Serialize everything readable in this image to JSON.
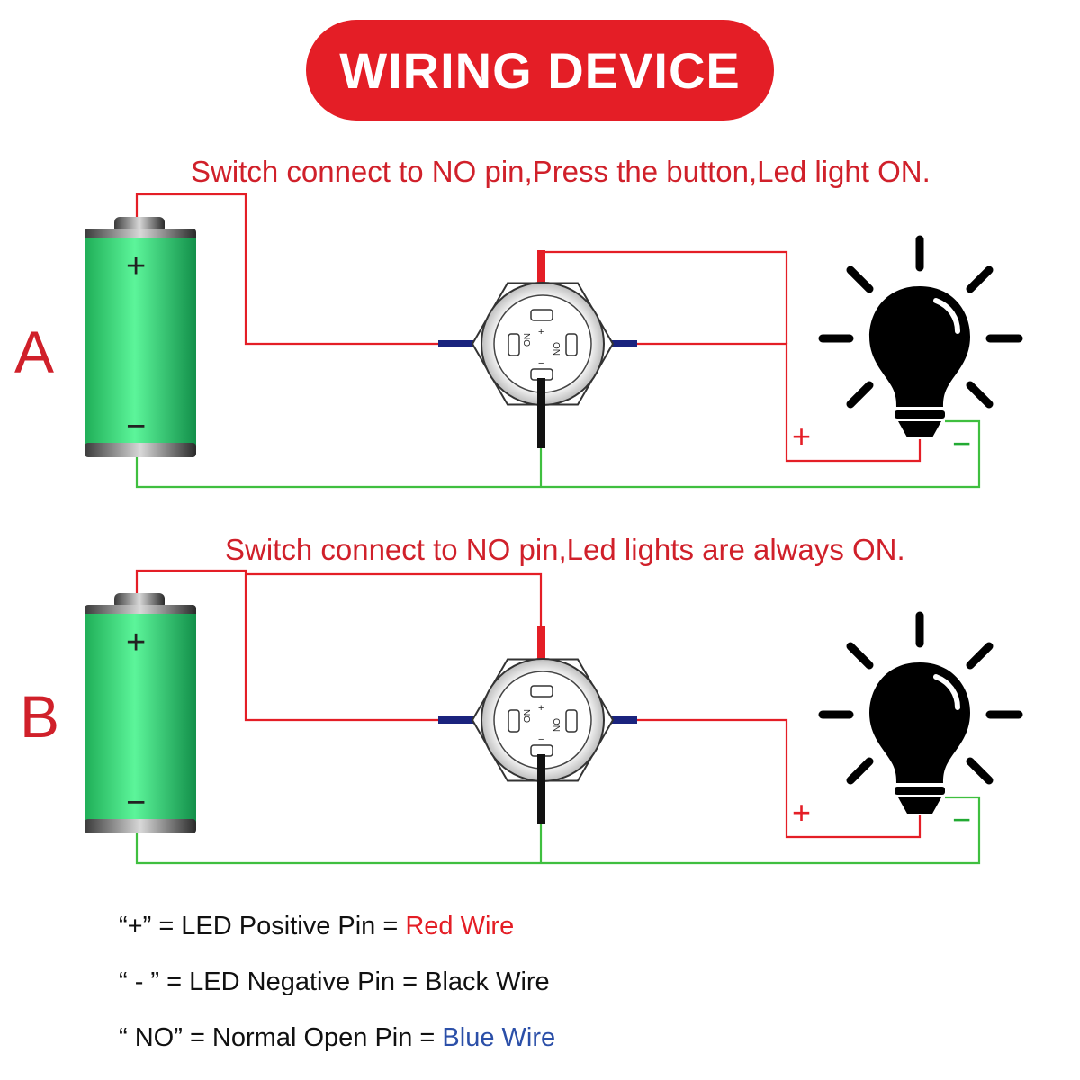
{
  "title": "WIRING DEVICE",
  "colors": {
    "title_bg": "#e41e26",
    "caption_red": "#d0202a",
    "wire_red": "#e41e26",
    "wire_green": "#3fbf3f",
    "wire_blue": "#1a237e",
    "wire_black": "#111111",
    "battery_green": "#3ee07a",
    "legend_red": "#e41e26",
    "legend_blue": "#2b4fa8"
  },
  "sections": [
    {
      "letter": "A",
      "caption": "Switch connect to NO pin,Press the button,Led light ON.",
      "battery": {
        "plus": "+",
        "minus": "−",
        "icon": "battery-icon"
      },
      "switch": {
        "pin_plus": "+",
        "pin_no_left": "NO",
        "pin_no_right": "NO",
        "pin_minus": "−",
        "icon": "push-button-switch-icon"
      },
      "bulb": {
        "icon": "light-bulb-icon",
        "plus": "+",
        "minus": "−"
      }
    },
    {
      "letter": "B",
      "caption": "Switch connect to NO pin,Led lights are always ON.",
      "battery": {
        "plus": "+",
        "minus": "−",
        "icon": "battery-icon"
      },
      "switch": {
        "pin_plus": "+",
        "pin_no_left": "NO",
        "pin_no_right": "NO",
        "pin_minus": "−",
        "icon": "push-button-switch-icon"
      },
      "bulb": {
        "icon": "light-bulb-icon",
        "plus": "+",
        "minus": "−"
      }
    }
  ],
  "legend": [
    {
      "symbol": "“+”",
      "desc": "= LED Positive Pin =",
      "wire": "Red Wire",
      "wire_color": "#e41e26"
    },
    {
      "symbol": "“ - ”",
      "desc": "= LED Negative Pin =",
      "wire": "Black Wire",
      "wire_color": "#111111"
    },
    {
      "symbol": "“ NO”",
      "desc": "= Normal Open Pin =",
      "wire": "Blue Wire",
      "wire_color": "#2b4fa8"
    }
  ]
}
